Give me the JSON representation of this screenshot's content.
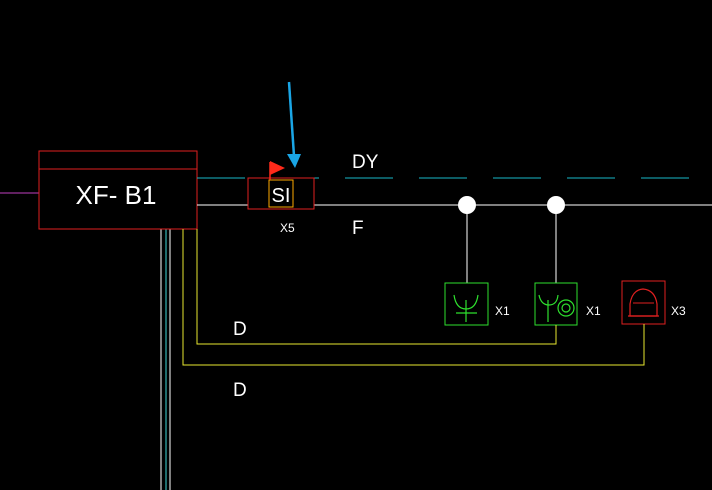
{
  "diagram": {
    "panel": {
      "label": "XF- B1"
    },
    "module": {
      "symbol": "SI",
      "count_label": "X5"
    },
    "buses": {
      "signal": {
        "label": "DY"
      },
      "fire": {
        "label": "F"
      }
    },
    "power_lines": {
      "upper": {
        "label": "D"
      },
      "lower": {
        "label": "D"
      }
    },
    "devices": [
      {
        "icon": "smoke-detector-icon",
        "count_label": "X1"
      },
      {
        "icon": "heat-smoke-detector-icon",
        "count_label": "X1"
      },
      {
        "icon": "alarm-bell-icon",
        "count_label": "X3"
      }
    ]
  },
  "colors": {
    "background": "#000000",
    "panel_border": "#e02020",
    "signal_bus": "#19b8c8",
    "fire_bus": "#ffffff",
    "power_line": "#e8e830",
    "detector": "#2ee02e",
    "alarm": "#e02020",
    "vertical_feed": "#40d8d8",
    "annotation_arrow": "#1aa6e6",
    "flag": "#ff2a1a",
    "left_stub": "#c040c0"
  }
}
